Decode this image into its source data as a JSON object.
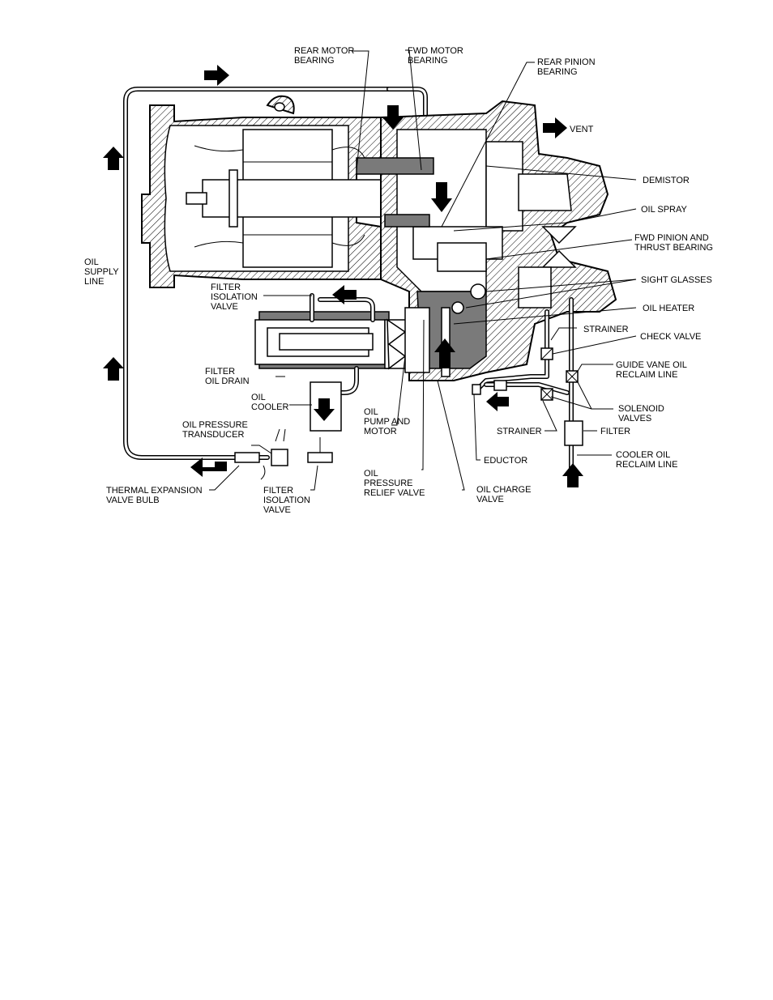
{
  "labels": {
    "rear_motor_bearing": [
      "REAR MOTOR",
      "BEARING"
    ],
    "fwd_motor_bearing": [
      "FWD MOTOR",
      "BEARING"
    ],
    "rear_pinion_bearing": [
      "REAR PINION",
      "BEARING"
    ],
    "vent": "VENT",
    "demistor": "DEMISTOR",
    "oil_spray": "OIL SPRAY",
    "fwd_pinion_thrust_bearing": [
      "FWD PINION AND",
      "THRUST BEARING"
    ],
    "sight_glasses": "SIGHT GLASSES",
    "oil_heater": "OIL HEATER",
    "strainer_upper": "STRAINER",
    "check_valve": "CHECK VALVE",
    "guide_vane_oil_reclaim_line": [
      "GUIDE VANE OIL",
      "RECLAIM LINE"
    ],
    "solenoid_valves": [
      "SOLENOID",
      "VALVES"
    ],
    "strainer_lower": "STRAINER",
    "filter": "FILTER",
    "cooler_oil_reclaim_line": [
      "COOLER OIL",
      "RECLAIM LINE"
    ],
    "eductor": "EDUCTOR",
    "oil_charge_valve": [
      "OIL CHARGE",
      "VALVE"
    ],
    "oil_pressure_relief_valve": [
      "OIL",
      "PRESSURE",
      "RELIEF VALVE"
    ],
    "oil_pump_and_motor": [
      "OIL",
      "PUMP AND",
      "MOTOR"
    ],
    "oil_cooler": [
      "OIL",
      "COOLER"
    ],
    "filter_isolation_valve_upper": [
      "FILTER",
      "ISOLATION",
      "VALVE"
    ],
    "filter_oil_drain": [
      "FILTER",
      "OIL DRAIN"
    ],
    "oil_supply_line": [
      "OIL",
      "SUPPLY",
      "LINE"
    ],
    "oil_pressure_transducer": [
      "OIL PRESSURE",
      "TRANSDUCER"
    ],
    "thermal_expansion_valve_bulb": [
      "THERMAL EXPANSION",
      "VALVE BULB"
    ],
    "filter_isolation_valve_lower": [
      "FILTER",
      "ISOLATION",
      "VALVE"
    ]
  },
  "icons": {
    "flow_arrow": "flow-arrow-icon",
    "valve": "valve-icon"
  }
}
